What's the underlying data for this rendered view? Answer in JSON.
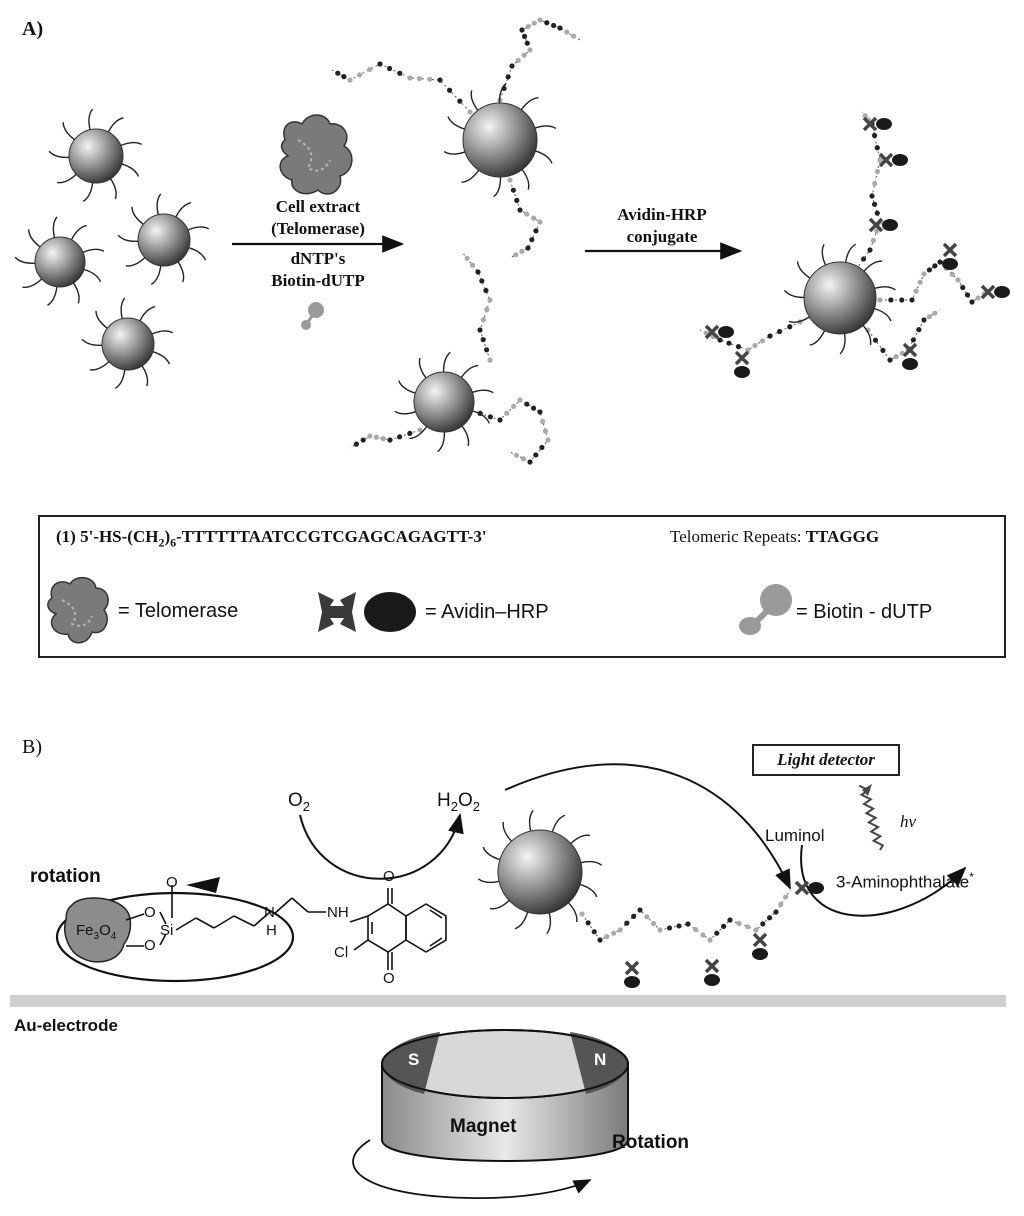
{
  "panel_a": {
    "label": "A)",
    "step1": {
      "line1": "Cell extract",
      "line2": "(Telomerase)",
      "line3": "dNTP's",
      "line4": "Biotin-dUTP"
    },
    "step2": {
      "line1": "Avidin-HRP",
      "line2": "conjugate"
    }
  },
  "legend": {
    "seq_prefix": "(1)  5'-HS-(CH",
    "seq_sub1": "2",
    "seq_mid": ")",
    "seq_sub2": "6",
    "seq_suffix": "-TTTTTTAATCCGTCGAGCAGAGTT-3'",
    "repeats_label": "Telomeric Repeats: ",
    "repeats_value": "TTAGGG",
    "telomerase": "= Telomerase",
    "avidin_hrp": "= Avidin–HRP",
    "biotin_dutp": "= Biotin - dUTP"
  },
  "panel_b": {
    "label": "B)",
    "o2": "O",
    "o2_sub": "2",
    "h2o2_a": "H",
    "h2o2_sub1": "2",
    "h2o2_b": "O",
    "h2o2_sub2": "2",
    "light_detector": "Light detector",
    "hv": "hν",
    "luminol": "Luminol",
    "aminophthalate": "3-Aminophthalate",
    "aminophthalate_sup": "*",
    "rotation_top": "rotation",
    "fe3o4_a": "Fe",
    "fe3o4_sub1": "3",
    "fe3o4_b": "O",
    "fe3o4_sub2": "4",
    "atom_o1": "O",
    "atom_o2": "O",
    "atom_o3": "O",
    "atom_si": "Si",
    "atom_n": "N",
    "atom_h": "H",
    "atom_nh": "NH",
    "atom_cl": "Cl",
    "atom_o4": "O",
    "atom_o5": "O",
    "electrode": "Au-electrode",
    "magnet": "Magnet",
    "magnet_s": "S",
    "magnet_n": "N",
    "rotation_bottom": "Rotation"
  },
  "colors": {
    "ink": "#111111",
    "particle_light": "#f2f2f2",
    "particle_dark": "#333333",
    "biotin_gray": "#9a9a9a",
    "hrp_dark": "#1a1a1a",
    "telomerase_gray": "#7a7a7a",
    "electrode_gray": "#cfcfcf",
    "magnet_pole": "#555555",
    "magnet_top": "#d8d8d8"
  }
}
